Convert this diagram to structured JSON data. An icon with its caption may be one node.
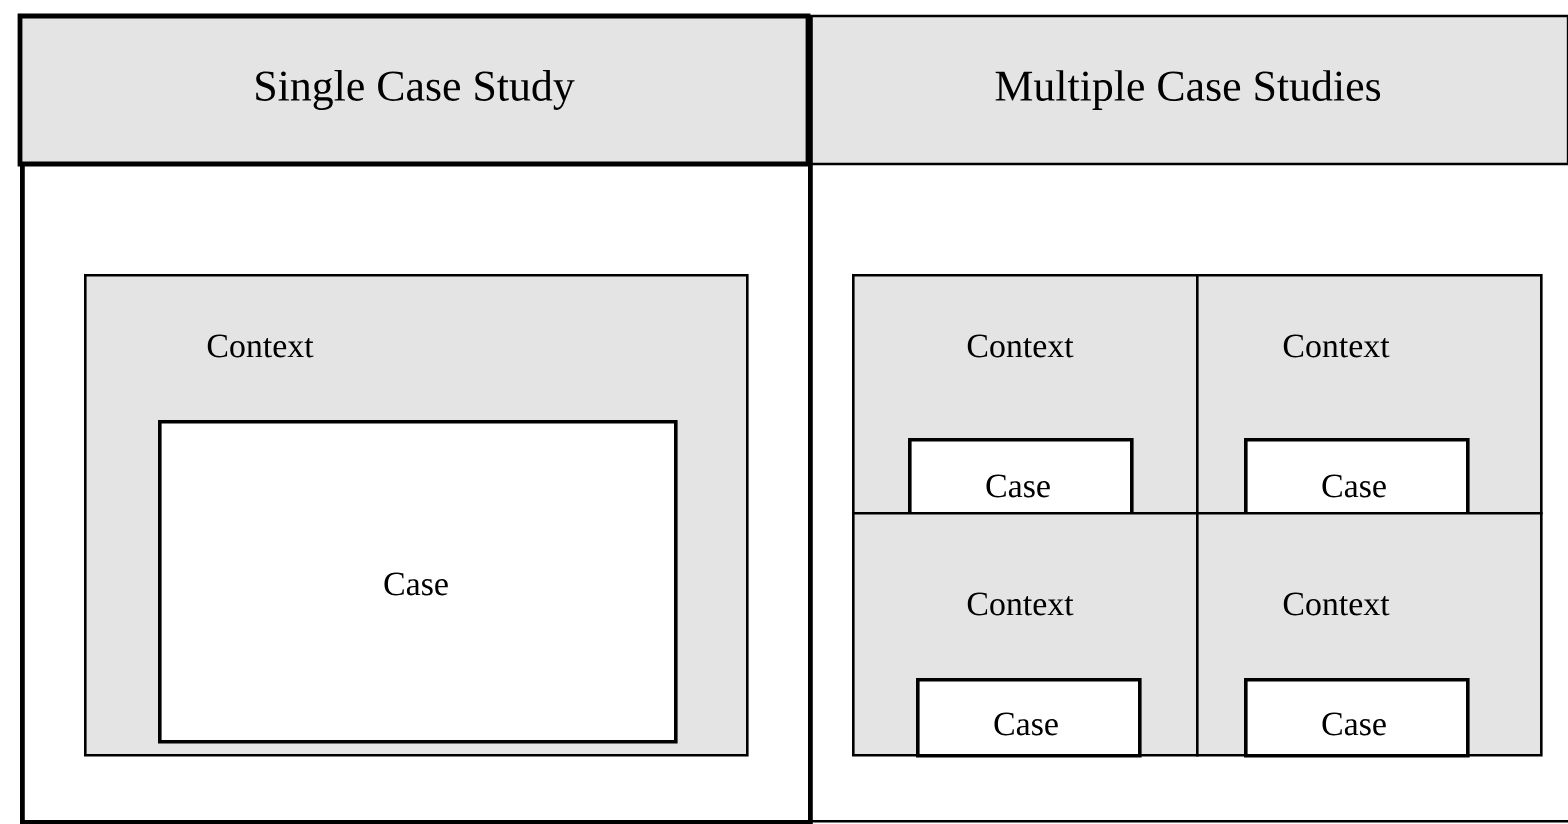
{
  "diagram": {
    "nodes": [
      {
        "text": [
          "Single Case Study"
        ]
      },
      {
        "text": [
          "Context"
        ],
        "in": 0
      },
      {
        "text": [
          "Case"
        ],
        "in": 1
      },
      {
        "text": [
          "Multiple Case Studies"
        ]
      },
      {
        "text": [
          "Context"
        ],
        "in": 3
      },
      {
        "text": [
          "Case"
        ],
        "in": 4
      },
      {
        "text": [
          "Context"
        ],
        "in": 3
      },
      {
        "text": [
          "Case"
        ],
        "in": 6
      },
      {
        "text": [
          "Context"
        ],
        "in": 3
      },
      {
        "text": [
          "Case"
        ],
        "in": 8
      },
      {
        "text": [
          "Context"
        ],
        "in": 3
      },
      {
        "text": [
          "Case"
        ],
        "in": 10
      }
    ]
  }
}
